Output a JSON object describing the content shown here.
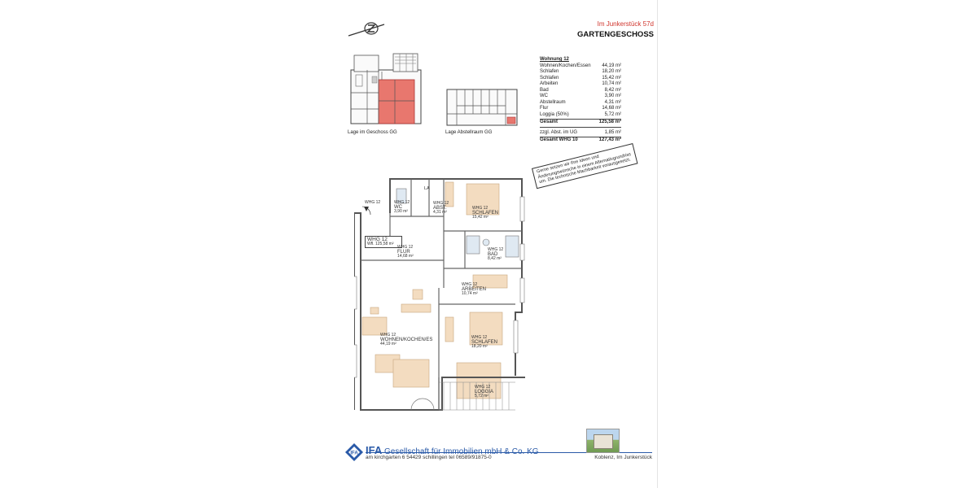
{
  "header": {
    "address": "Im Junkerstück 57d",
    "floor": "GARTENGESCHOSS"
  },
  "captions": {
    "location_floor": "Lage im Geschoss GG",
    "location_storage": "Lage Abstellraum GG"
  },
  "area_table": {
    "title": "Wohnung 12",
    "rows": [
      {
        "label": "Wohnen/Kochen/Essen",
        "value": "44,19 m²"
      },
      {
        "label": "Schlafen",
        "value": "18,20 m²"
      },
      {
        "label": "Schlafen",
        "value": "15,42 m²"
      },
      {
        "label": "Arbeiten",
        "value": "10,74 m²"
      },
      {
        "label": "Bad",
        "value": "8,42 m²"
      },
      {
        "label": "WC",
        "value": "3,90 m²"
      },
      {
        "label": "Abstellraum",
        "value": "4,31 m²"
      },
      {
        "label": "Flur",
        "value": "14,68 m²"
      },
      {
        "label": "Loggia (50%)",
        "value": "5,72 m²"
      }
    ],
    "total_label": "Gesamt",
    "total_value": "125,58 m²",
    "extra_label": "zzgl. Abst. im UG",
    "extra_value": "1,85 m²",
    "grand_label": "Gesamt WHG 10",
    "grand_value": "127,43 m²"
  },
  "note": "Gerne setzen wir Ihre Ideen und Änderungswünsche in einem Alternativgrundriss um. Die technische Machbarkeit vorausgesetzt.",
  "plan": {
    "entry_label": "WHG 12",
    "unit_box_title": "WHG 12",
    "unit_box_area": "Wfl. 125,58 m²",
    "rooms": [
      {
        "prefix": "WHG 12",
        "name": "WC",
        "area": "3,90 m²"
      },
      {
        "prefix": "WHG 12",
        "name": "ABST.",
        "area": "4,31 m²"
      },
      {
        "prefix": "WHG 12",
        "name": "SCHLAFEN",
        "area": "15,42 m²"
      },
      {
        "prefix": "WHG 12",
        "name": "FLUR",
        "area": "14,68 m²"
      },
      {
        "prefix": "WHG 12",
        "name": "BAD",
        "area": "8,42 m²"
      },
      {
        "prefix": "WHG 12",
        "name": "ARBEITEN",
        "area": "10,74 m²"
      },
      {
        "prefix": "WHG 12",
        "name": "WOHNEN/KOCHEN/ES",
        "area": "44,19 m²"
      },
      {
        "prefix": "WHG 12",
        "name": "SCHLAFEN",
        "area": "18,20 m²"
      },
      {
        "prefix": "WHG 12",
        "name": "LOGGIA",
        "area": "5,72 m²"
      }
    ],
    "shaft_label": "LA"
  },
  "footer": {
    "company_short": "IFA",
    "company_name": "Gesellschaft für Immobilien mbH & Co. KG",
    "address": "am kirchgarten 6    54429 schillingen    tel 06589/91875-0",
    "location": "Koblenz, Im Junkerstück"
  },
  "colors": {
    "accent_red": "#d0342c",
    "highlight_unit": "#e8776e",
    "brand_blue": "#2a5aa8"
  }
}
